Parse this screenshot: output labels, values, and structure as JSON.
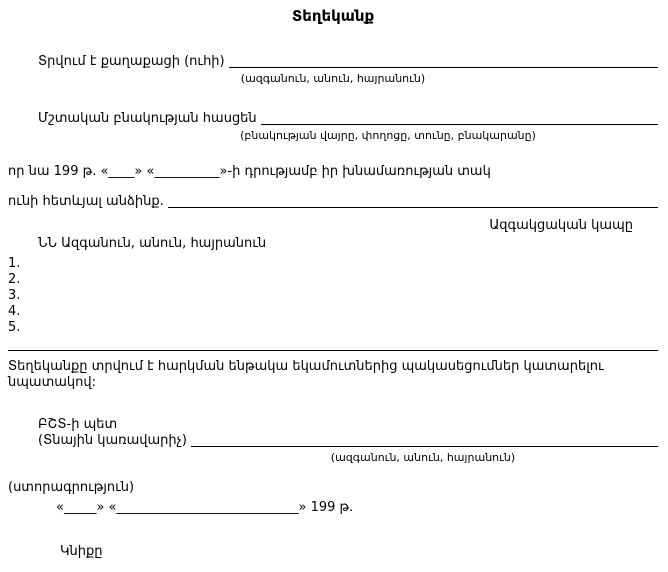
{
  "form": {
    "title": "Տեղեկանք",
    "recipient_label": "Տրվում է քաղաքացի (ուհի)",
    "recipient_hint": "(ազգանուն, անուն, հայրանուն)",
    "address_label": "Մշտական բնակության հասցեն",
    "address_hint": "(բնակության վայրը, փողոցը, տունը, բնակարանը)",
    "statement_line": "որ նա 199 թ. «____»  «__________»-ի դրությամբ իր խնամառության տակ",
    "dependents_label": "ունի հետևյալ անձինք.",
    "relation_column_header": "Ազգակցական կապը",
    "names_column_header": "ՆՆ Ազգանուն, անուն, հայրանուն",
    "list": [
      "1.",
      "2.",
      "3.",
      "4.",
      "5."
    ],
    "purpose_line1": "Տեղեկանքը տրվում է հարկման ենթակա եկամուտներից պակասեցումներ կատարելու",
    "purpose_line2": "նպատակով:",
    "chief_label": "ԲՇՏ-ի պետ",
    "manager_label": "(Տնային կառավարիչ)",
    "manager_hint": "(ազգանուն, անուն, հայրանուն)",
    "signature_label": "(ստորագրություն)",
    "date_line": "«_____»  «____________________________»  199 թ.",
    "seal_label": "Կնիքը"
  }
}
